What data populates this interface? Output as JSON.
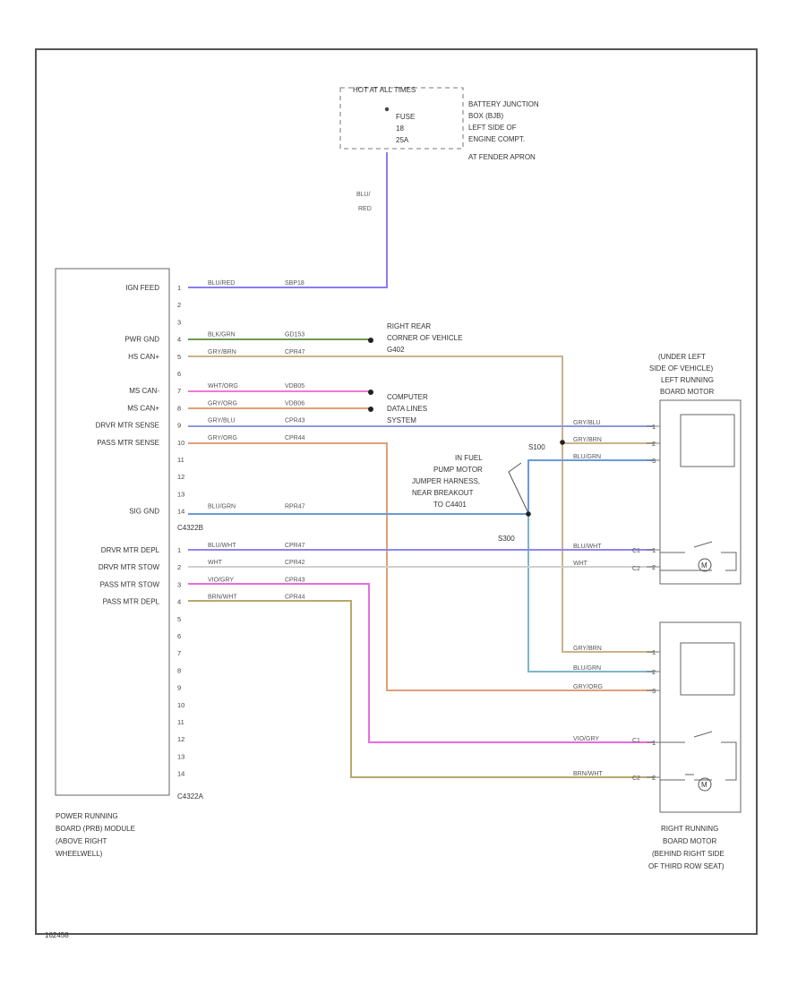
{
  "fuse_box": {
    "header": "HOT AT ALL TIMES",
    "fuse_lines": [
      "FUSE",
      "18",
      "25A"
    ],
    "location_lines": [
      "BATTERY JUNCTION",
      "BOX (BJB)",
      "LEFT SIDE OF",
      "ENGINE COMPT.",
      "AT FENDER APRON"
    ]
  },
  "feed_wire_color": [
    "BLU/",
    "RED"
  ],
  "module": {
    "pin_labels": [
      "IGN FEED",
      "",
      "",
      "PWR GND",
      "HS CAN+",
      "",
      "MS CAN-",
      "MS CAN+",
      "DRVR MTR SENSE",
      "PASS MTR SENSE",
      "",
      "",
      "",
      "SIG GND"
    ],
    "pin_numbers": [
      "1",
      "2",
      "3",
      "4",
      "5",
      "6",
      "7",
      "8",
      "9",
      "10",
      "11",
      "12",
      "13",
      "14"
    ],
    "connector_b": "C4322B",
    "pin_labels_a": [
      "DRVR MTR DEPL",
      "DRVR MTR STOW",
      "PASS MTR STOW",
      "PASS MTR DEPL",
      "",
      "",
      "",
      "",
      "",
      "",
      "",
      "",
      "",
      ""
    ],
    "pin_numbers_a": [
      "1",
      "2",
      "3",
      "4",
      "5",
      "6",
      "7",
      "8",
      "9",
      "10",
      "11",
      "12",
      "13",
      "14"
    ],
    "connector_a": "C4322A",
    "name_lines": [
      "POWER RUNNING",
      "BOARD (PRB) MODULE",
      "(ABOVE RIGHT",
      "WHEELWELL)"
    ]
  },
  "wires_b": [
    {
      "color": "BLU/RED",
      "circuit": "SBP18"
    },
    {
      "color": "BLK/GRN",
      "circuit": "GD153"
    },
    {
      "color": "GRY/BRN",
      "circuit": "CPR47"
    },
    {
      "color": "WHT/ORG",
      "circuit": "VDB05"
    },
    {
      "color": "GRY/ORG",
      "circuit": "VDB06"
    },
    {
      "color": "GRY/BLU",
      "circuit": "CPR43"
    },
    {
      "color": "GRY/ORG",
      "circuit": "CPR44"
    },
    {
      "color": "BLU/GRN",
      "circuit": "RPR47"
    }
  ],
  "wires_a": [
    {
      "color": "BLU/WHT",
      "circuit": "CPR47"
    },
    {
      "color": "WHT",
      "circuit": "CPR42"
    },
    {
      "color": "VIO/GRY",
      "circuit": "CPR43"
    },
    {
      "color": "BRN/WHT",
      "circuit": "CPR44"
    }
  ],
  "ground_text": [
    "RIGHT REAR",
    "CORNER OF VEHICLE",
    "G402"
  ],
  "datalines_text": [
    "COMPUTER",
    "DATA LINES",
    "SYSTEM"
  ],
  "splice_text": [
    "IN FUEL",
    "PUMP MOTOR",
    "JUMPER HARNESS,",
    "NEAR BREAKOUT",
    "TO C4401"
  ],
  "splice_ids": {
    "upper": "S100",
    "lower": "S300"
  },
  "left_motor": {
    "name_lines": [
      "(UNDER LEFT",
      "SIDE OF VEHICLE)",
      "LEFT RUNNING",
      "BOARD MOTOR"
    ],
    "wire_colors": [
      "GRY/BLU",
      "GRY/BRN",
      "BLU/GRN",
      "BLU/WHT",
      "WHT"
    ],
    "pins": [
      "1",
      "2",
      "3",
      "1",
      "2"
    ],
    "circuit_connectors": [
      "C1",
      "C2"
    ]
  },
  "right_motor": {
    "name_lines": [
      "RIGHT RUNNING",
      "BOARD MOTOR",
      "(BEHIND RIGHT SIDE",
      "OF THIRD ROW SEAT)"
    ],
    "wire_colors": [
      "GRY/BRN",
      "BLU/GRN",
      "GRY/ORG",
      "VIO/GRY",
      "BRN/WHT"
    ],
    "pins": [
      "1",
      "2",
      "3",
      "1",
      "2"
    ],
    "circuit_connectors": [
      "C1",
      "C2"
    ]
  },
  "motor_symbol": "M",
  "footer_code": "162458",
  "colors": {
    "blu_red": "#8a7cf0",
    "blk_grn": "#6f9a55",
    "gry_brn": "#c9b38a",
    "wht_org": "#f07ad0",
    "gry_org": "#e0a07a",
    "gry_blu": "#8f97e6",
    "blu_grn": "#6a9ad8",
    "teal": "#7fb7c2",
    "blu_wht": "#8f86ea",
    "wht": "#cfcfcf",
    "vio_gry": "#e86ce0",
    "brn_wht": "#b7a96a"
  }
}
